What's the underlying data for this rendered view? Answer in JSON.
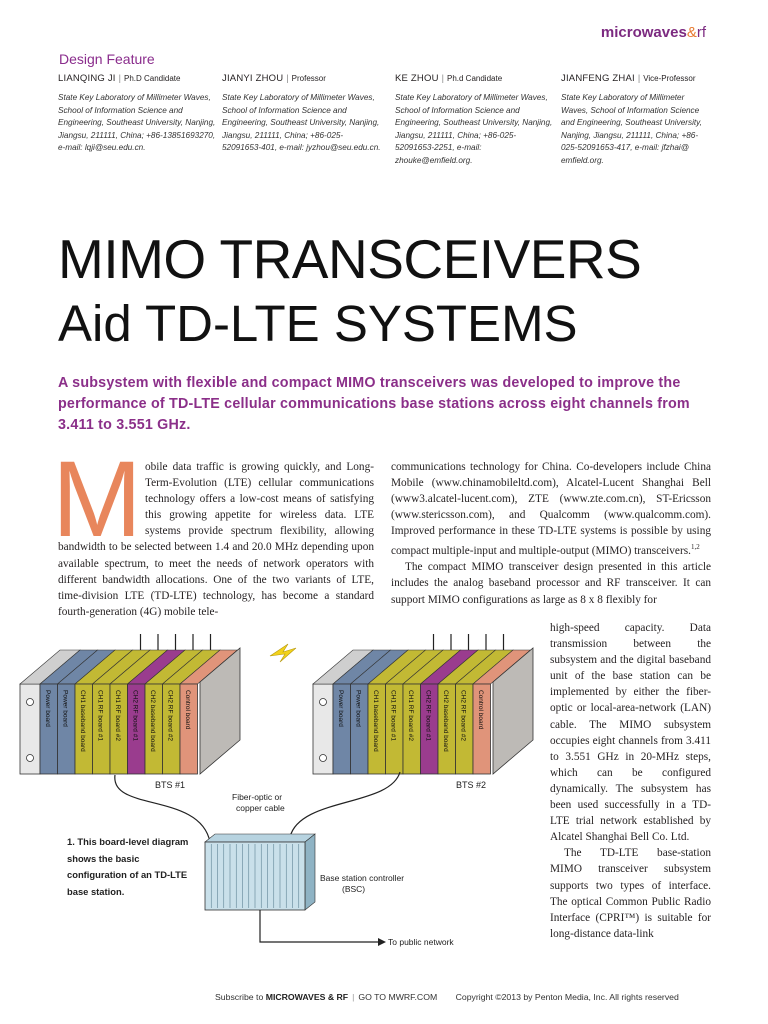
{
  "header": {
    "section": "Design Feature",
    "magazine_main": "microwaves",
    "magazine_amp": "&",
    "magazine_rf": "rf"
  },
  "authors": [
    {
      "name": "LIANQING JI",
      "role": "Ph.D Candidate",
      "affiliation": "State Key Laboratory of Millimeter Waves, School of Information Science and Engineering, Southeast University, Nanjing, Jiangsu, 211111, China; +86-13851693270, e-mail: lqji@seu.edu.cn."
    },
    {
      "name": "JIANYI ZHOU",
      "role": "Professor",
      "affiliation": "State Key Laboratory of Millimeter Waves, School of Information Science and Engineering, Southeast University, Nanjing, Jiangsu, 211111, China; +86-025-52091653-401, e-mail: jyzhou@seu.edu.cn."
    },
    {
      "name": "KE ZHOU",
      "role": "Ph.d Candidate",
      "affiliation": "State Key Laboratory of Millimeter Waves, School of Information Science and Engineering, Southeast University, Nanjing, Jiangsu, 211111, China; +86-025-52091653-2251, e-mail: zhouke@emfield.org."
    },
    {
      "name": "JIANFENG ZHAI",
      "role": "Vice-Professor",
      "affiliation": "State Key Laboratory of Millimeter Waves, School of Information Science and Engineering, Southeast University, Nanjing, Jiangsu, 211111, China; +86-025-52091653-417, e-mail: jfzhai@ emfield.org."
    }
  ],
  "title": {
    "line1": "MIMO TRANSCEIVERS",
    "line2_a": "Aid",
    "line2_b": "TD-LTE SYSTEMS"
  },
  "deck": "A subsystem with flexible and compact MIMO transceivers was developed to improve the performance of TD-LTE cellular communications base stations across eight channels from 3.411 to 3.551 GHz.",
  "body": {
    "dropcap": "M",
    "col1_p1": "obile data traffic is growing quickly, and Long-Term-Evolution (LTE) cellular communications technology offers a low-cost means of satisfying this growing appetite for wireless data. LTE systems provide spectrum flexibility, allowing bandwidth to be selected between 1.4 and 20.0 MHz depending upon available spectrum, to meet the needs of network operators with different bandwidth allocations. One of the two variants of LTE, time-division LTE (TD-LTE) technology, has become a standard fourth-generation (4G) mobile tele-",
    "col2_p1": "communications technology for China. Co-developers include China Mobile (www.chinamobileltd.com), Alcatel-Lucent Shanghai Bell (www3.alcatel-lucent.com), ZTE (www.zte.com.cn), ST-Ericsson (www.stericsson.com), and Qualcomm (www.qualcomm.com). Improved performance in these TD-LTE systems is possible by using compact multiple-input and multiple-output (MIMO) transceivers.",
    "col2_p1_sup": "1,2",
    "col2_p2": "The compact MIMO transceiver design presented in this article includes the analog baseband processor and RF transceiver. It can support MIMO configurations as large as 8 x 8 flexibly for",
    "col3_p1": "high-speed capacity. Data transmission between the subsystem and the digital baseband unit of the base station can be implemented by either the fiber-optic or local-area-network (LAN) cable. The MIMO subsystem occupies eight channels from 3.411 to 3.551 GHz in 20-MHz steps, which can be configured dynamically. The subsystem has been used successfully in a TD-LTE trial network established by Alcatel Shanghai Bell Co. Ltd.",
    "col3_p2": "The TD-LTE base-station MIMO transceiver subsystem supports two types of interface. The optical Common Public Radio Interface (CPRI™) is suitable for long-distance data-link"
  },
  "figure": {
    "caption": "1. This board-level diagram shows the basic configuration of an TD-LTE base station.",
    "bts1": "BTS #1",
    "bts2": "BTS #2",
    "cable_line1": "Fiber-optic or",
    "cable_line2": "copper cable",
    "bsc_line1": "Base station controller",
    "bsc_line2": "(BSC)",
    "public": "To public network",
    "boards": [
      "Power board",
      "Power board",
      "CH1 baseband board",
      "CH1 RF board #1",
      "CH1 RF board #2",
      "CH2 RF board #1",
      "CH2 baseband board",
      "CH2 RF board #2",
      "Control board"
    ]
  },
  "footer": {
    "subscribe": "Subscribe to",
    "mag": "MICROWAVES & RF",
    "goto": "GO TO MWRF.COM",
    "copyright": "Copyright ©2013 by Penton Media, Inc. All rights reserved"
  }
}
